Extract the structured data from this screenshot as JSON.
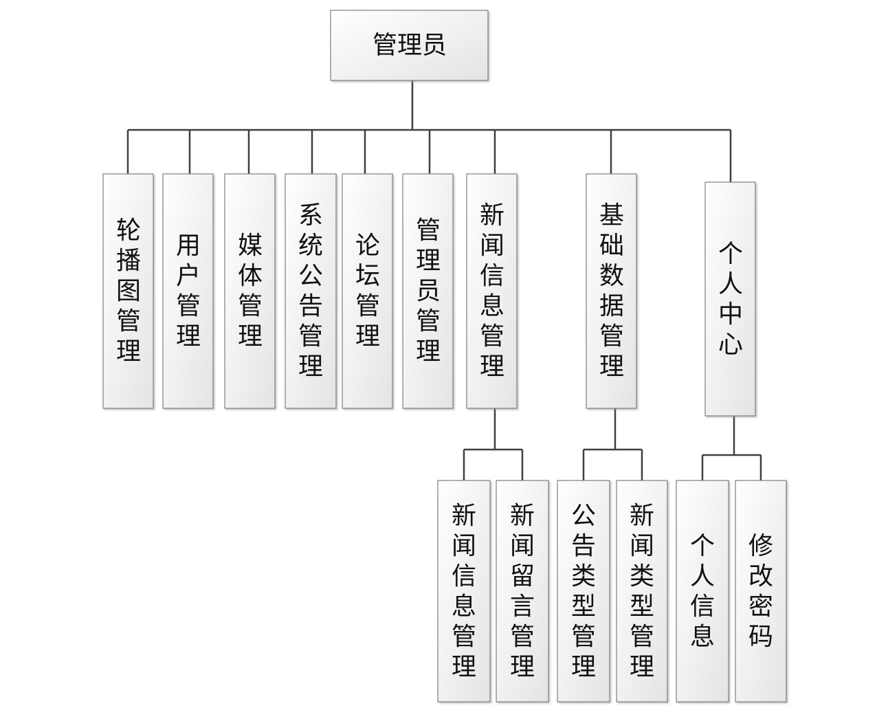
{
  "root": {
    "label": "管理员"
  },
  "modules": [
    {
      "id": "carousel",
      "label": "轮播图管理"
    },
    {
      "id": "user",
      "label": "用户管理"
    },
    {
      "id": "media",
      "label": "媒体管理"
    },
    {
      "id": "notice",
      "label": "系统公告管理"
    },
    {
      "id": "forum",
      "label": "论坛管理"
    },
    {
      "id": "admin",
      "label": "管理员管理"
    },
    {
      "id": "news",
      "label": "新闻信息管理",
      "children": [
        {
          "id": "news-info",
          "label": "新闻信息管理"
        },
        {
          "id": "news-comment",
          "label": "新闻留言管理"
        }
      ]
    },
    {
      "id": "base-data",
      "label": "基础数据管理",
      "children": [
        {
          "id": "notice-type",
          "label": "公告类型管理"
        },
        {
          "id": "news-type",
          "label": "新闻类型管理"
        }
      ]
    },
    {
      "id": "personal",
      "label": "个人中心",
      "children": [
        {
          "id": "personal-info",
          "label": "个人信息"
        },
        {
          "id": "change-password",
          "label": "修改密码"
        }
      ]
    }
  ]
}
